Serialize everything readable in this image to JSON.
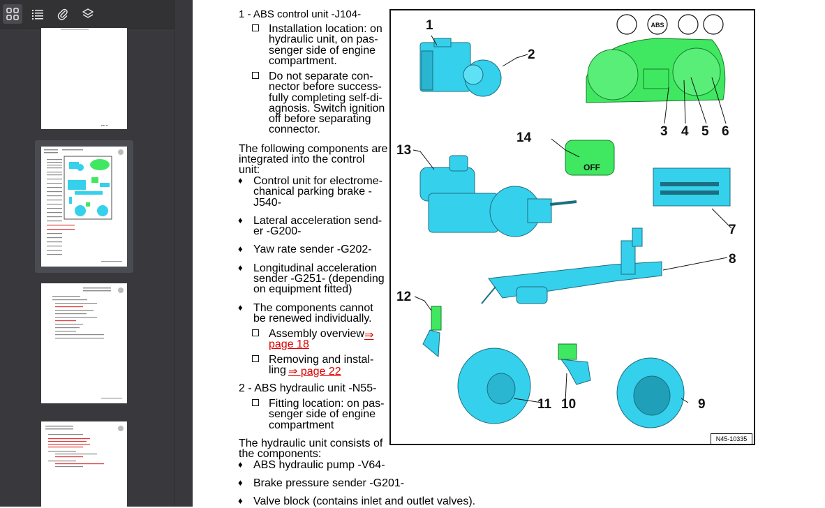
{
  "sidebar": {
    "toolbar": {
      "thumbnails_icon": "thumbnails-icon",
      "outline_icon": "outline-icon",
      "attachments_icon": "attachments-icon",
      "layers_icon": "layers-icon"
    }
  },
  "document": {
    "item1_heading": "1 - ABS control unit -J104-",
    "item1_sub1": [
      "Installation location: on",
      "hydraulic unit, on pas-",
      "senger side of engine",
      "compartment."
    ],
    "item1_sub2": [
      "Do not separate con-",
      "nector before success-",
      "fully completing self-di-",
      "agnosis. Switch ignition",
      "off before separating",
      "connector."
    ],
    "integrated_intro": [
      "The following components are",
      "integrated into the control",
      "unit:"
    ],
    "bullet_j540": [
      "Control unit for electrome-",
      "chanical parking brake -",
      "J540-"
    ],
    "bullet_g200": [
      "Lateral acceleration send-",
      "er -G200-"
    ],
    "bullet_g202": "Yaw rate sender -G202-",
    "bullet_g251": [
      "Longitudinal acceleration",
      "sender -G251- (depending",
      "on equipment fitted)"
    ],
    "bullet_cannot": [
      "The components cannot",
      "be renewed individually."
    ],
    "assembly_overview": "Assembly overview ",
    "assembly_link": "⇒ page 18",
    "assembly_link_arrow": "⇒",
    "assembly_link_page": "page 18",
    "removing_line1": "Removing and instal-",
    "removing_line2_pre": "ling ",
    "removing_link": "⇒ page 22",
    "item2_heading": "2 - ABS hydraulic unit -N55-",
    "item2_sub1": [
      "Fitting location: on pas-",
      "senger side of engine",
      "compartment"
    ],
    "hydraulic_intro": [
      "The hydraulic unit consists of",
      "the components:"
    ],
    "bullet_v64": "ABS hydraulic pump -V64-",
    "bullet_g201": "Brake pressure sender -G201-",
    "bullet_valve": "Valve block (contains inlet and outlet valves)."
  },
  "figure": {
    "callouts": [
      "1",
      "2",
      "3",
      "4",
      "5",
      "6",
      "7",
      "8",
      "9",
      "10",
      "11",
      "12",
      "13",
      "14"
    ],
    "reference": "N45-10335",
    "esp_off_label": "OFF",
    "abs_label": "ABS"
  },
  "colors": {
    "component_cyan": "#35d0ec",
    "cluster_green": "#3fe860",
    "link_red": "#e00000",
    "sidebar_bg": "#38383d"
  }
}
